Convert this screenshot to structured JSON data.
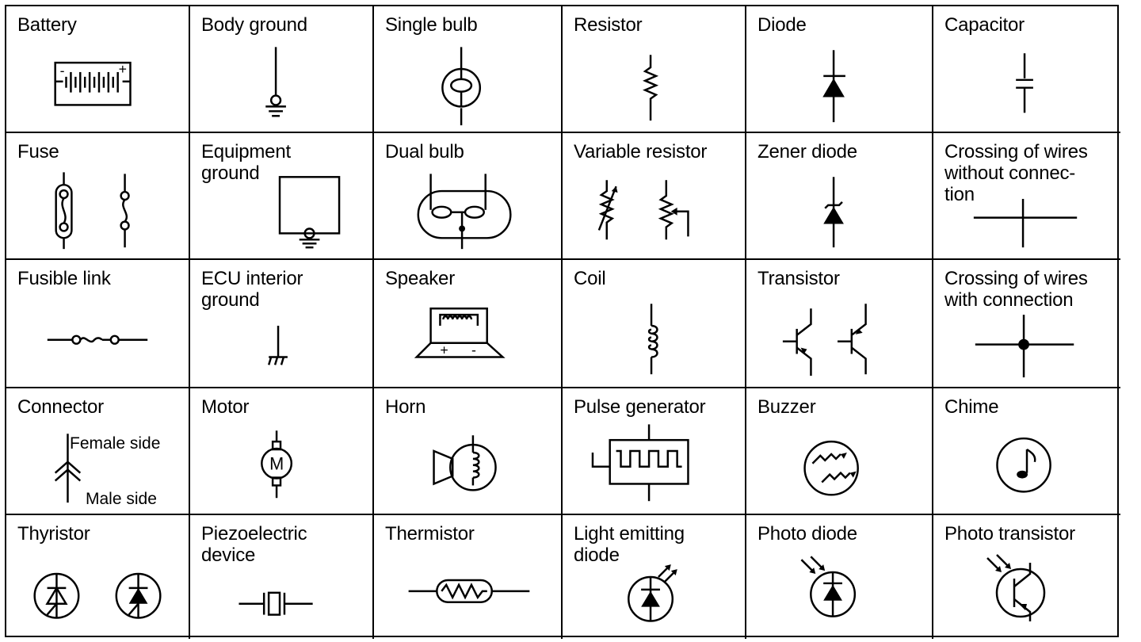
{
  "symbols": [
    {
      "label": "Battery",
      "icon": "battery-icon"
    },
    {
      "label": "Body ground",
      "icon": "body-ground-icon"
    },
    {
      "label": "Single bulb",
      "icon": "single-bulb-icon"
    },
    {
      "label": "Resistor",
      "icon": "resistor-icon"
    },
    {
      "label": "Diode",
      "icon": "diode-icon"
    },
    {
      "label": "Capacitor",
      "icon": "capacitor-icon"
    },
    {
      "label": "Fuse",
      "icon": "fuse-icon"
    },
    {
      "label": "Equipment\nground",
      "icon": "equipment-ground-icon"
    },
    {
      "label": "Dual bulb",
      "icon": "dual-bulb-icon"
    },
    {
      "label": "Variable resistor",
      "icon": "variable-resistor-icon"
    },
    {
      "label": "Zener diode",
      "icon": "zener-diode-icon"
    },
    {
      "label": "Crossing of wires\nwithout connec-\ntion",
      "icon": "wire-crossing-no-connection-icon"
    },
    {
      "label": "Fusible link",
      "icon": "fusible-link-icon"
    },
    {
      "label": "ECU interior\nground",
      "icon": "ecu-ground-icon"
    },
    {
      "label": "Speaker",
      "icon": "speaker-icon"
    },
    {
      "label": "Coil",
      "icon": "coil-icon"
    },
    {
      "label": "Transistor",
      "icon": "transistor-icon"
    },
    {
      "label": "Crossing of wires\nwith connection",
      "icon": "wire-crossing-connection-icon"
    },
    {
      "label": "Connector",
      "icon": "connector-icon"
    },
    {
      "label": "Motor",
      "icon": "motor-icon"
    },
    {
      "label": "Horn",
      "icon": "horn-icon"
    },
    {
      "label": "Pulse generator",
      "icon": "pulse-generator-icon"
    },
    {
      "label": "Buzzer",
      "icon": "buzzer-icon"
    },
    {
      "label": "Chime",
      "icon": "chime-icon"
    },
    {
      "label": "Thyristor",
      "icon": "thyristor-icon"
    },
    {
      "label": "Piezoelectric\ndevice",
      "icon": "piezoelectric-icon"
    },
    {
      "label": "Thermistor",
      "icon": "thermistor-icon"
    },
    {
      "label": "Light emitting\ndiode",
      "icon": "led-icon"
    },
    {
      "label": "Photo diode",
      "icon": "photo-diode-icon"
    },
    {
      "label": "Photo transistor",
      "icon": "photo-transistor-icon"
    }
  ],
  "connector": {
    "female": "Female  side",
    "male": "Male  side"
  },
  "speaker_marks": {
    "plus": "+",
    "minus": "-"
  },
  "motor_letter": "M",
  "battery_marks": {
    "minus": "-",
    "plus": "+"
  }
}
